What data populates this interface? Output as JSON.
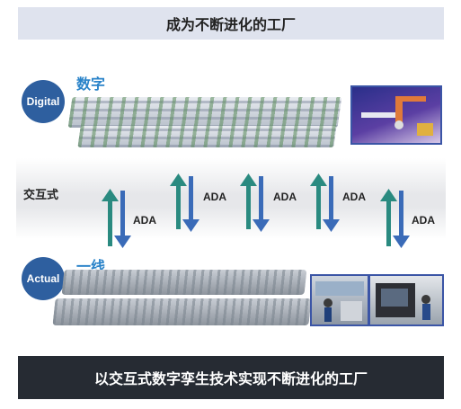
{
  "header": {
    "title": "成为不断进化的工厂"
  },
  "digital": {
    "badge": "Digital",
    "label": "数字"
  },
  "actual": {
    "badge": "Actual",
    "label": "一线"
  },
  "interaction": {
    "label": "交互式",
    "arrow_label": "ADA",
    "pairs": 5
  },
  "footer": {
    "caption": "以交互式数字孪生技术实现不断进化的工厂"
  },
  "colors": {
    "header_bg": "#dfe3ee",
    "badge_blue": "#2e5f9f",
    "label_blue": "#2a83c9",
    "arrow_up": "#2a8a80",
    "arrow_down": "#3a6bb8",
    "footer_bg": "#262b33"
  }
}
